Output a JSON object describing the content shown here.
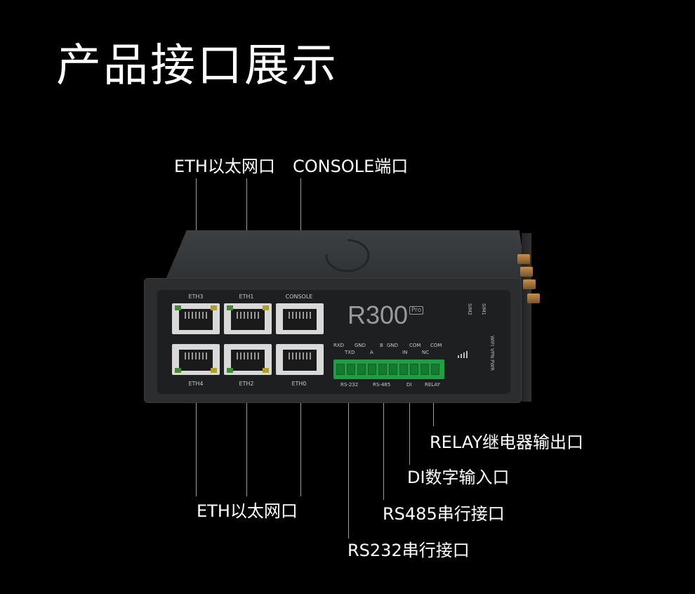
{
  "title": "产品接口展示",
  "callouts": {
    "eth_top": "ETH以太网口",
    "console": "CONSOLE端口",
    "eth_bottom": "ETH以太网口",
    "relay": "RELAY继电器输出口",
    "di": "DI数字输入口",
    "rs485": "RS485串行接口",
    "rs232": "RS232串行接口"
  },
  "device": {
    "model": "R300",
    "model_badge": "Pro",
    "ports_top": [
      "ETH3",
      "ETH1",
      "CONSOLE"
    ],
    "ports_bottom": [
      "ETH4",
      "ETH2",
      "ETH0"
    ],
    "terminal_top_row": [
      "RXD",
      "GND",
      "B",
      "GND",
      "COM",
      "COM"
    ],
    "terminal_mid_row": [
      "TXD",
      "A",
      "IN",
      "NC"
    ],
    "terminal_bottom_row": [
      "RS-232",
      "RS-485",
      "DI",
      "RELAY"
    ],
    "sim": [
      "SIM2",
      "SIM1"
    ],
    "indicators": [
      "WIFI",
      "VPN",
      "PWR"
    ]
  }
}
